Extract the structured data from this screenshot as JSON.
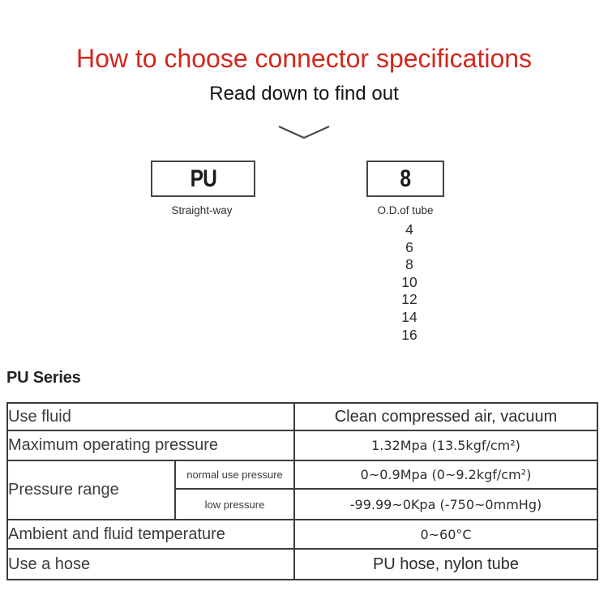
{
  "header": {
    "title": "How to choose connector specifications",
    "subtitle": "Read down to find out"
  },
  "selector": {
    "model_box": {
      "code": "PU",
      "caption": "Straight-way"
    },
    "size_box": {
      "code": "8",
      "caption": "O.D.of tube"
    },
    "size_options": [
      "4",
      "6",
      "8",
      "10",
      "12",
      "14",
      "16"
    ]
  },
  "series": {
    "heading": "PU Series",
    "table": {
      "rows": [
        {
          "label": "Use fluid",
          "value": "Clean compressed air, vacuum"
        },
        {
          "label": "Maximum operating pressure",
          "value": "1.32Mpa  (13.5kgf/cm²)"
        },
        {
          "label": "Pressure range",
          "sub_rows": [
            {
              "sub_label": "normal use pressure",
              "value": "0~0.9Mpa  (0~9.2kgf/cm²)"
            },
            {
              "sub_label": "low pressure",
              "value": "-99.99~0Kpa  (-750~0mmHg)"
            }
          ]
        },
        {
          "label": "Ambient and fluid temperature",
          "value": "0~60°C"
        },
        {
          "label": "Use a hose",
          "value": "PU hose, nylon tube"
        }
      ]
    }
  },
  "colors": {
    "title_red": "#d3271d",
    "row_beige": "#f4ead9",
    "table_border": "#3c3c3c",
    "text_dark": "#2d2d2d"
  }
}
